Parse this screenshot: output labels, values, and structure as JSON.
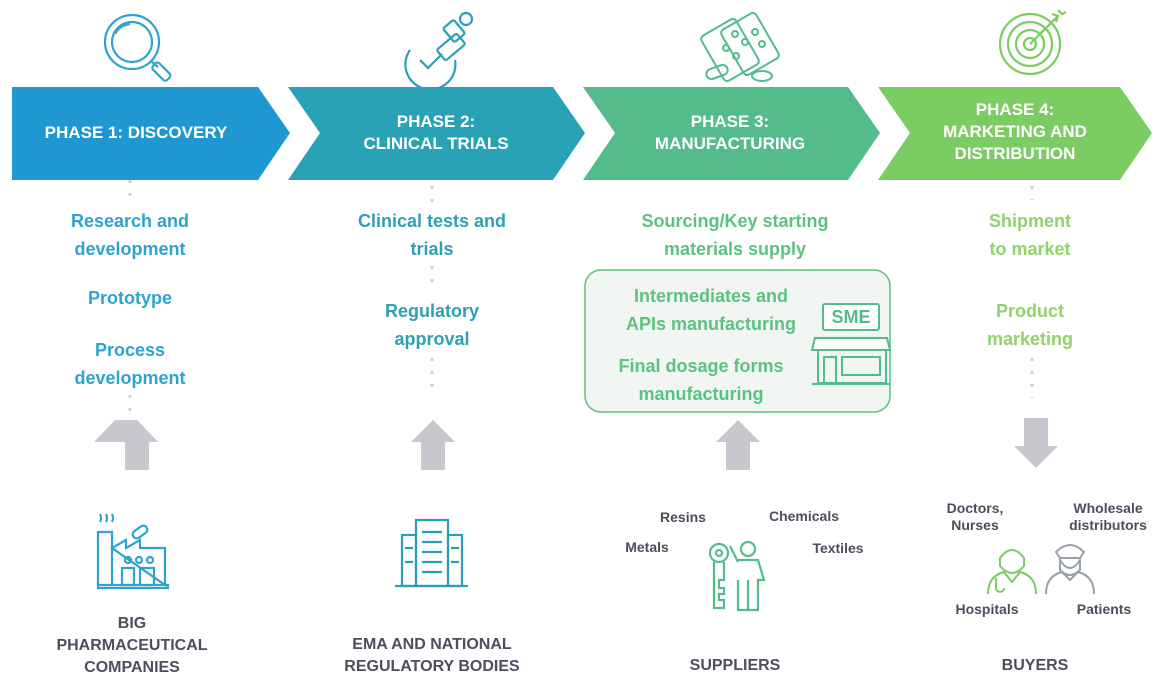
{
  "phases": [
    {
      "label": "PHASE 1: DISCOVERY",
      "color": "#1f97d1"
    },
    {
      "label": "PHASE 2:\nCLINICAL TRIALS",
      "color": "#2aa2b6"
    },
    {
      "label": "PHASE 3:\nMANUFACTURING",
      "color": "#54bb8a"
    },
    {
      "label": "PHASE 4:\nMARKETING AND\nDISTRIBUTION",
      "color": "#7bcc63"
    }
  ],
  "activities": {
    "phase1": [
      "Research and\ndevelopment",
      "Prototype",
      "Process\ndevelopment"
    ],
    "phase2": [
      "Clinical tests and\ntrials",
      "Regulatory\napproval"
    ],
    "phase3": {
      "sourcing": "Sourcing/Key starting\nmaterials supply",
      "box_items": [
        "Intermediates and\nAPIs manufacturing",
        "Final dosage forms\nmanufacturing"
      ],
      "sme_label": "SME"
    },
    "phase4": [
      "Shipment\nto market",
      "Product\nmarketing"
    ]
  },
  "actors": {
    "phase1": "BIG\nPHARMACEUTICAL\nCOMPANIES",
    "phase2": "EMA AND NATIONAL\nREGULATORY BODIES",
    "phase3": "SUPPLIERS",
    "phase4": "BUYERS"
  },
  "supplier_labels": [
    "Resins",
    "Chemicals",
    "Metals",
    "Textiles"
  ],
  "buyer_labels": [
    "Doctors,\nNurses",
    "Wholesale\ndistributors",
    "Hospitals",
    "Patients"
  ],
  "icons": {
    "phase1": "magnifier-icon",
    "phase2": "approval-stamp-icon",
    "phase3": "pill-blister-icon",
    "phase4": "target-icon",
    "actor1": "factory-icon",
    "actor2": "office-building-icon",
    "actor3": "supplier-worker-icon",
    "actor4": "doctor-patient-icon",
    "sme": "shop-icon"
  },
  "arrow_color": "#c7c8ce"
}
